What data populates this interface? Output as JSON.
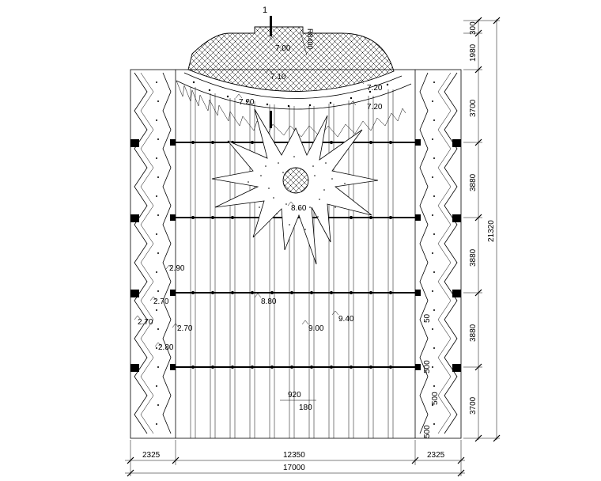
{
  "section_marker": "1",
  "radius_label": "R8400",
  "dimensions": {
    "bottom_segments": [
      "2325",
      "12350",
      "2325"
    ],
    "bottom_total": "17000",
    "right_segments": [
      "300",
      "1980",
      "3700",
      "3880",
      "3880",
      "3880",
      "3700"
    ],
    "right_total": "21320",
    "paving_width": "920",
    "paving_gap": "180",
    "right_small": [
      "50",
      "500",
      "500",
      "500"
    ]
  },
  "elevations": {
    "top": "7.00",
    "arc_1": "7.10",
    "arc_2": "7.20",
    "arc_3": "7.20",
    "arc_4": "7.20",
    "star": "8.60",
    "mid": "8.80",
    "center": "9.00",
    "right_center": "9.40",
    "left_1": "2.90",
    "left_2": "2.70",
    "left_3": "2.70",
    "left_4": "2.70",
    "left_5": "2.80"
  },
  "icons": {
    "section_marker": "section-cut-marker-icon",
    "paving_node": "paving-node-icon",
    "elevation_mark": "elevation-triangle-icon"
  }
}
